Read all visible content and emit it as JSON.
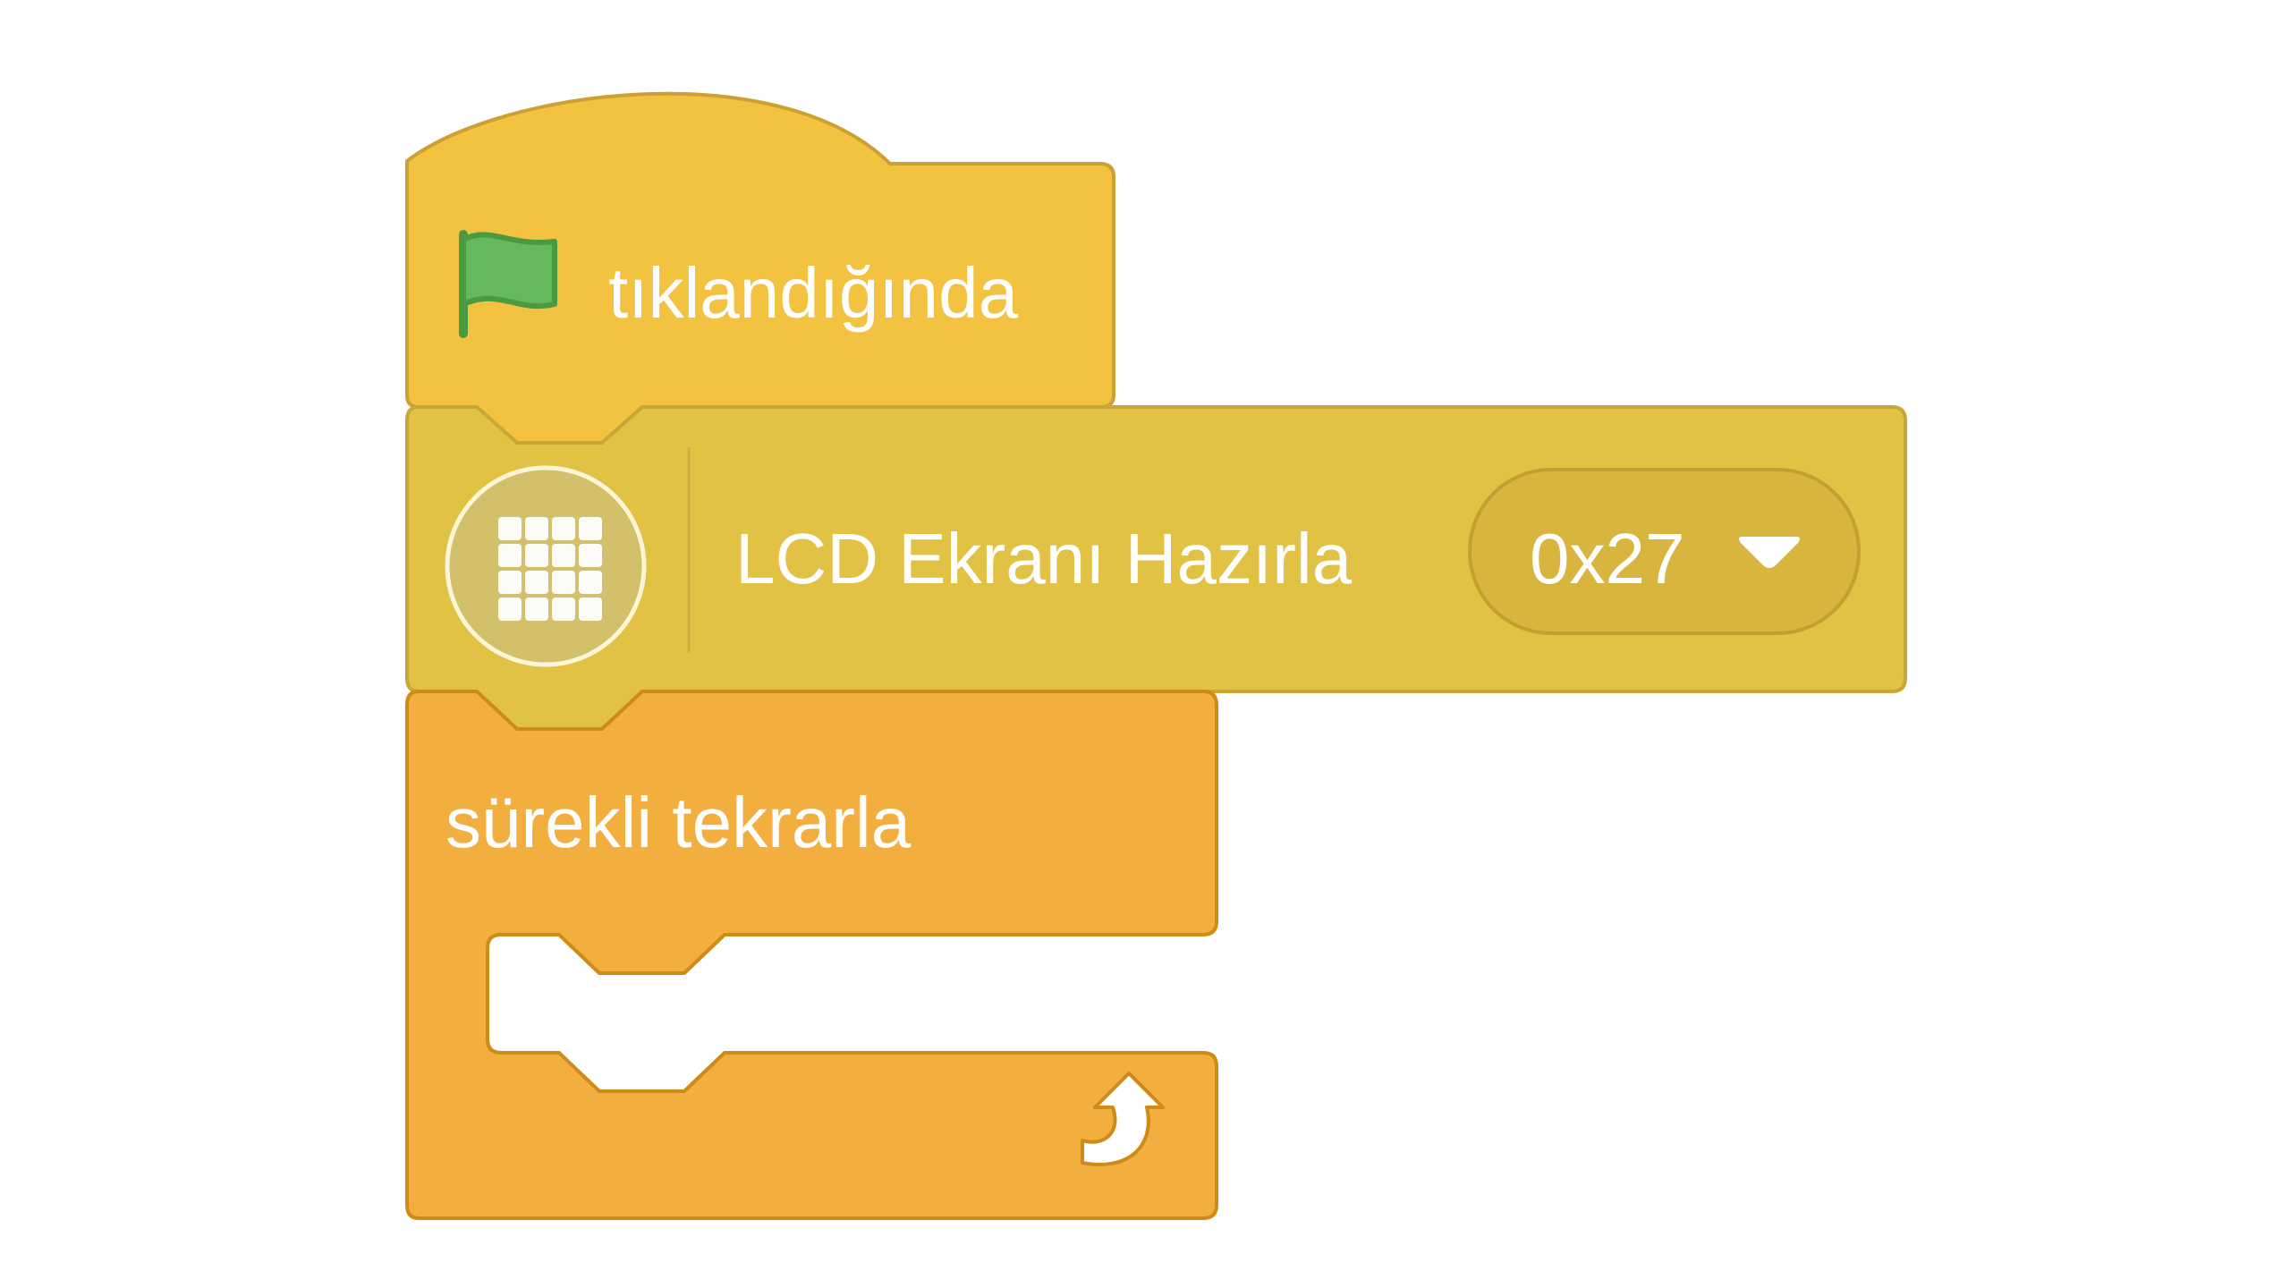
{
  "colors": {
    "event_block": "#F4C241",
    "event_border": "#CCA032",
    "extension_block": "#E1C245",
    "extension_border": "#C7A737",
    "control_block": "#F2AE3F",
    "control_border": "#CF8B17",
    "dropdown_fill": "#D8B53E",
    "flag_green": "#66B85C",
    "flag_green_dark": "#4A9A40",
    "text": "#FFFFFF"
  },
  "blocks": {
    "event": {
      "icon": "green-flag-icon",
      "label": "tıklandığında"
    },
    "lcd_init": {
      "icon": "lcd-grid-icon",
      "label": "LCD Ekranı Hazırla",
      "dropdown": {
        "value": "0x27",
        "icon": "dropdown-arrow-icon"
      }
    },
    "forever": {
      "label": "sürekli tekrarla",
      "icon": "loop-arrow-icon"
    }
  }
}
